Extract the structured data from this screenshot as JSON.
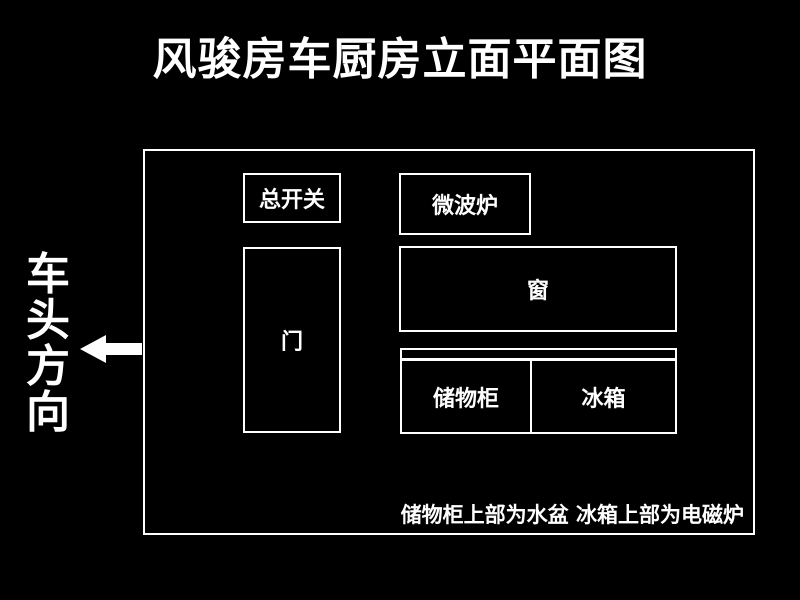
{
  "title": "风骏房车厨房立面平面图",
  "direction_label": "车头方向",
  "colors": {
    "background": "#000000",
    "foreground": "#ffffff"
  },
  "labels": {
    "main_switch": "总开关",
    "microwave": "微波炉",
    "door": "门",
    "window": "窗",
    "storage_cabinet": "储物柜",
    "fridge": "冰箱"
  },
  "note": "储物柜上部为水盆 冰箱上部为电磁炉"
}
